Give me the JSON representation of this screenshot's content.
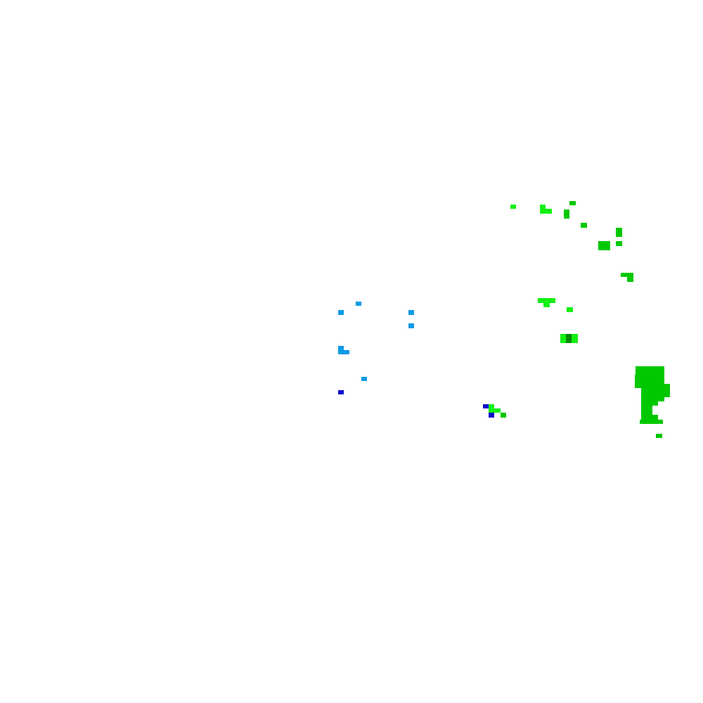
{
  "map": {
    "background": "#ffffff",
    "legend_colors": {
      "light_blue": "#0a9ae6",
      "dark_blue": "#0a0acc",
      "bright_green": "#12f012",
      "green": "#00c800",
      "dark_green": "#008a00"
    },
    "features": [
      {
        "id": "lb-1",
        "class": "light_blue"
      },
      {
        "id": "lb-2",
        "class": "light_blue"
      },
      {
        "id": "lb-3",
        "class": "light_blue"
      },
      {
        "id": "lb-4",
        "class": "light_blue"
      },
      {
        "id": "lb-5",
        "class": "light_blue"
      },
      {
        "id": "lb-6",
        "class": "light_blue"
      },
      {
        "id": "lb-7",
        "class": "light_blue"
      },
      {
        "id": "db-1",
        "class": "dark_blue"
      },
      {
        "id": "db-2",
        "class": "dark_blue"
      },
      {
        "id": "db-3",
        "class": "dark_blue"
      },
      {
        "id": "bg-1",
        "class": "bright_green"
      },
      {
        "id": "bg-2",
        "class": "bright_green"
      },
      {
        "id": "bg-3",
        "class": "bright_green"
      },
      {
        "id": "bg-4",
        "class": "bright_green"
      },
      {
        "id": "bg-5",
        "class": "bright_green"
      },
      {
        "id": "bg-6",
        "class": "bright_green"
      },
      {
        "id": "bg-7",
        "class": "bright_green"
      },
      {
        "id": "g-1",
        "class": "green"
      },
      {
        "id": "g-2",
        "class": "green"
      },
      {
        "id": "g-3",
        "class": "green"
      },
      {
        "id": "g-4",
        "class": "green"
      },
      {
        "id": "g-5",
        "class": "green"
      },
      {
        "id": "g-6",
        "class": "green"
      },
      {
        "id": "g-7",
        "class": "green"
      },
      {
        "id": "g-8",
        "class": "green"
      },
      {
        "id": "g-9",
        "class": "green"
      },
      {
        "id": "g-10",
        "class": "green"
      },
      {
        "id": "g-11",
        "class": "green"
      },
      {
        "id": "dg-1",
        "class": "dark_green"
      }
    ]
  }
}
